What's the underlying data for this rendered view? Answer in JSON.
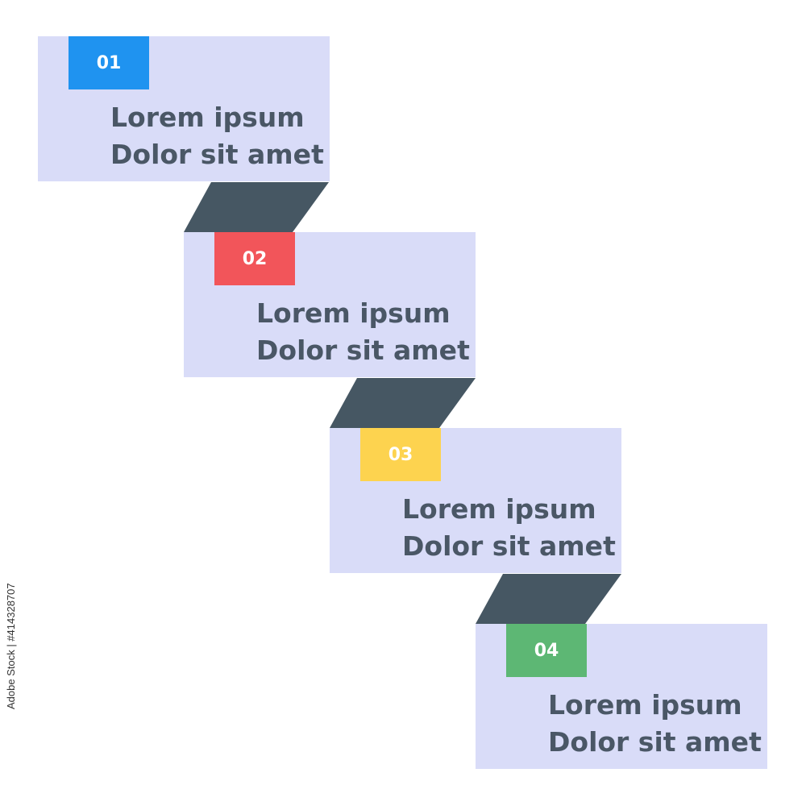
{
  "colors": {
    "card_bg": "#d9dcf8",
    "connector": "#465763",
    "text": "#4a5766"
  },
  "steps": [
    {
      "number": "01",
      "line1": "Lorem ipsum",
      "line2": "Dolor sit amet",
      "badge_color": "#1f93f0"
    },
    {
      "number": "02",
      "line1": "Lorem ipsum",
      "line2": "Dolor sit amet",
      "badge_color": "#f2555a"
    },
    {
      "number": "03",
      "line1": "Lorem ipsum",
      "line2": "Dolor sit amet",
      "badge_color": "#fdd34f"
    },
    {
      "number": "04",
      "line1": "Lorem ipsum",
      "line2": "Dolor sit amet",
      "badge_color": "#5db774"
    }
  ],
  "watermark": "Adobe Stock | #414328707"
}
